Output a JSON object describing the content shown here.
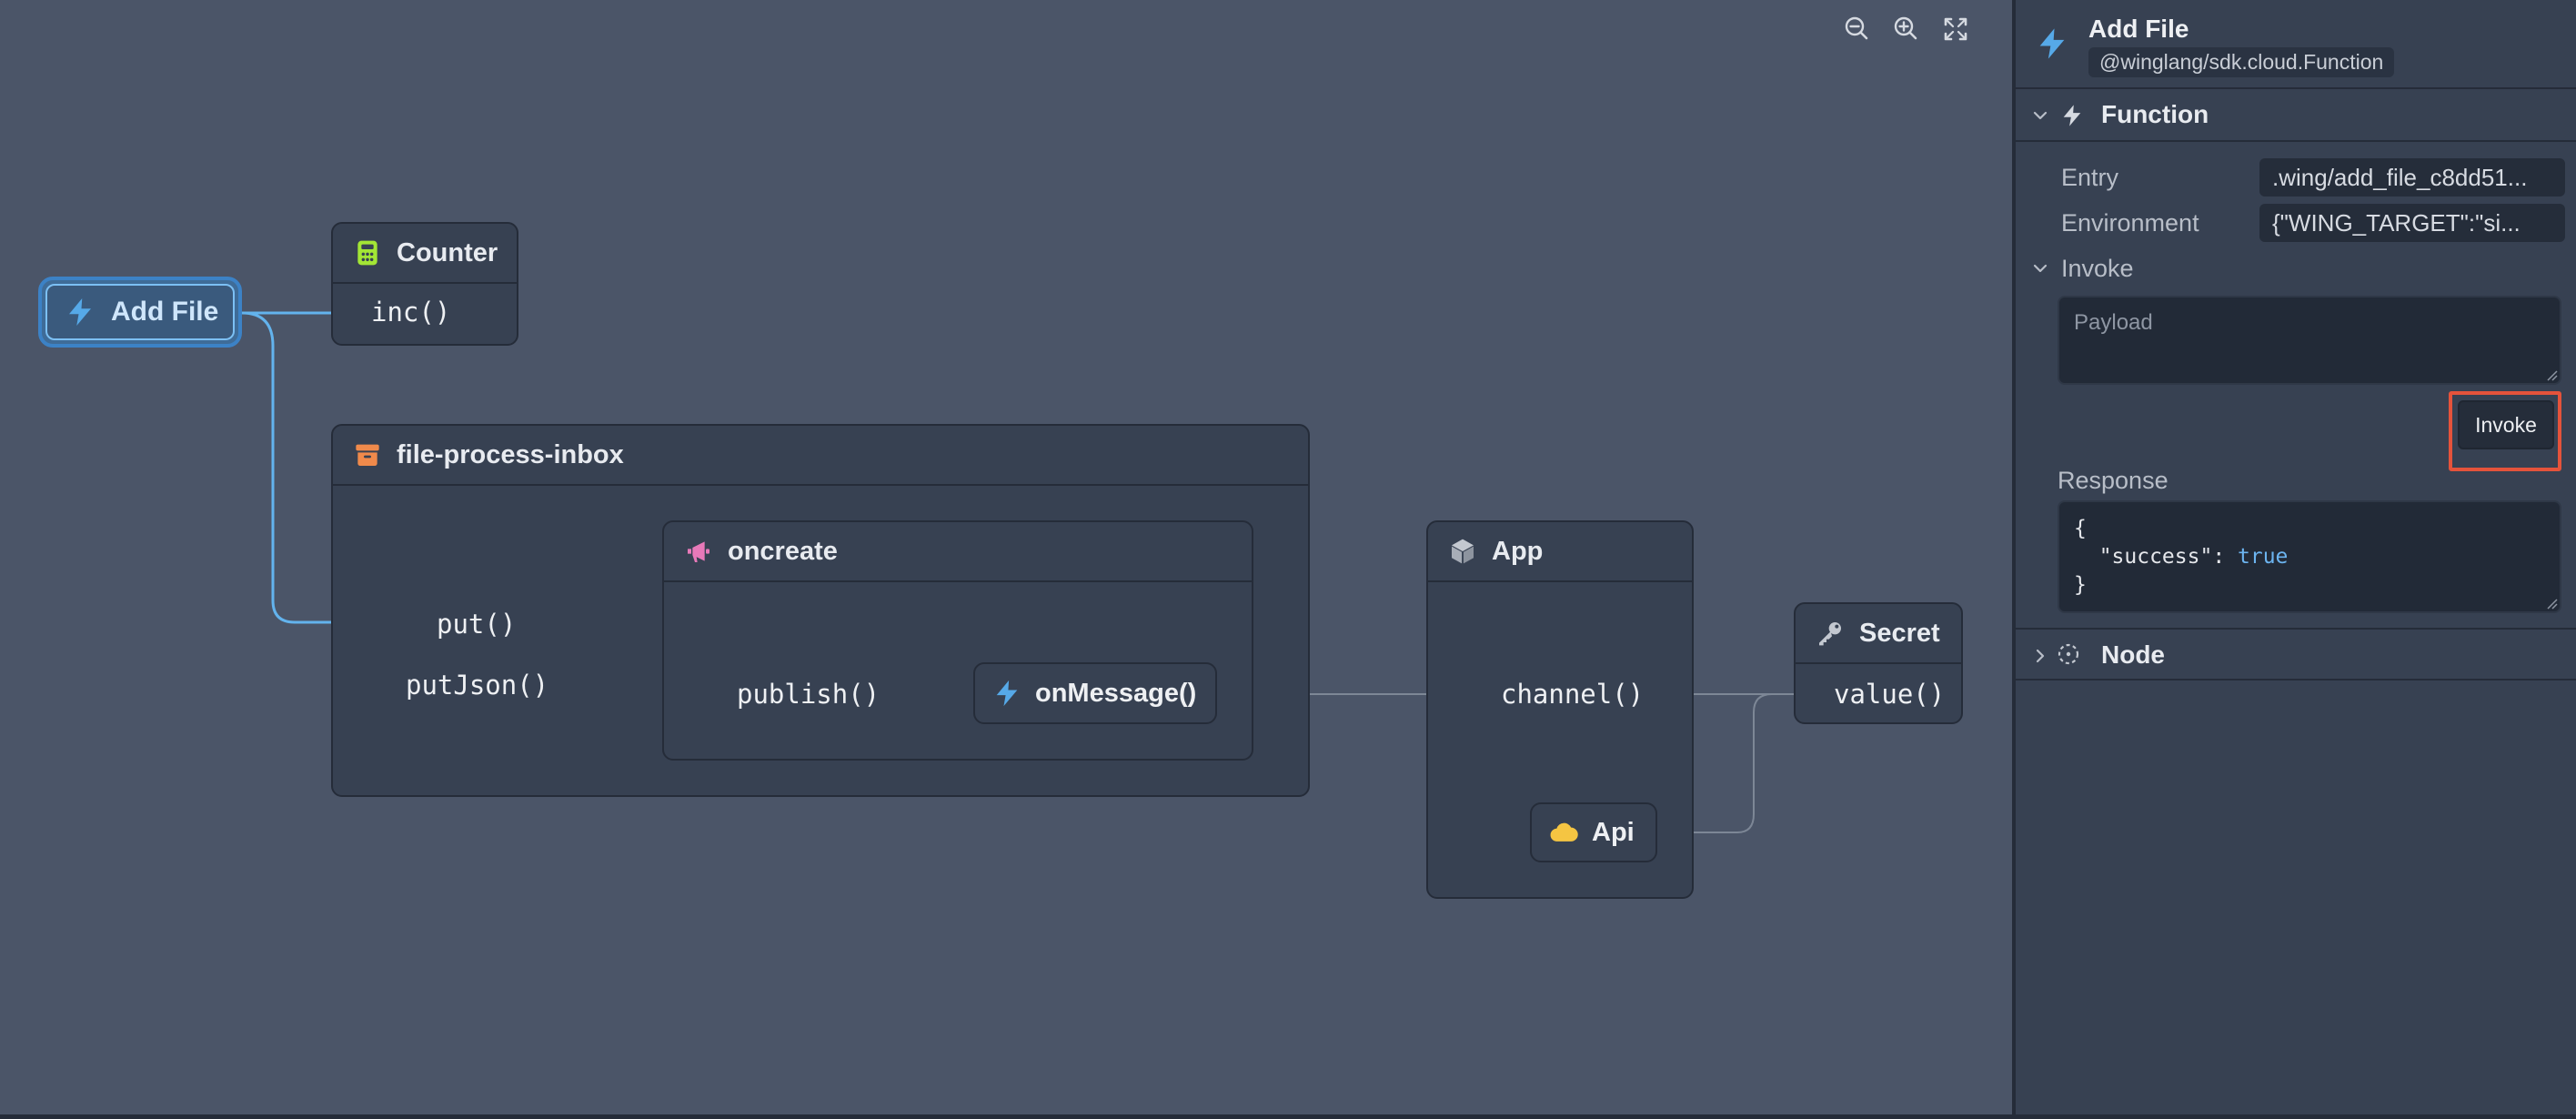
{
  "canvas": {
    "zoom_controls": [
      "zoom-out-icon",
      "zoom-in-icon",
      "fit-view-icon"
    ],
    "nodes": {
      "add_file": {
        "label": "Add File",
        "icon": "lightning-icon"
      },
      "counter": {
        "title": "Counter",
        "icon": "calculator-icon",
        "methods": [
          "inc()"
        ]
      },
      "queue": {
        "title": "file-process-inbox",
        "icon": "archive-icon",
        "methods": [
          "put()",
          "putJson()"
        ],
        "topic": {
          "title": "oncreate",
          "icon": "megaphone-icon",
          "methods": [
            "publish()"
          ],
          "handler": {
            "label": "onMessage()",
            "icon": "lightning-icon"
          }
        }
      },
      "app": {
        "title": "App",
        "icon": "cube-icon",
        "methods": [
          "channel()"
        ],
        "api": {
          "label": "Api",
          "icon": "cloud-icon"
        }
      },
      "secret": {
        "title": "Secret",
        "icon": "key-icon",
        "methods": [
          "value()"
        ]
      }
    }
  },
  "panel": {
    "title": "Add File",
    "subtitle": "@winglang/sdk.cloud.Function",
    "icon": "lightning-icon",
    "function_section": {
      "label": "Function",
      "expanded": true,
      "attributes": [
        {
          "label": "Entry",
          "value": ".wing/add_file_c8dd51..."
        },
        {
          "label": "Environment",
          "value": "{\"WING_TARGET\":\"si..."
        }
      ]
    },
    "invoke": {
      "label": "Invoke",
      "payload_placeholder": "Payload",
      "payload_value": "",
      "button_label": "Invoke",
      "response_label": "Response",
      "response_lines": [
        "{",
        "  \"success\": ",
        "}"
      ],
      "response_literal": "true"
    },
    "node_section": {
      "label": "Node",
      "expanded": false,
      "icon": "node-dashed-icon"
    }
  },
  "colors": {
    "canvas_bg": "#4b5568",
    "node_bg": "#374152",
    "node_border": "#252c39",
    "selection_blue": "#63b3ed",
    "edge_gray": "#7d8796",
    "highlight_red": "#e5533b",
    "lightning_blue": "#56a9e8",
    "counter_green": "#a3e635",
    "queue_orange": "#f08a4b",
    "topic_pink": "#e879b9",
    "api_yellow": "#f5c542"
  }
}
